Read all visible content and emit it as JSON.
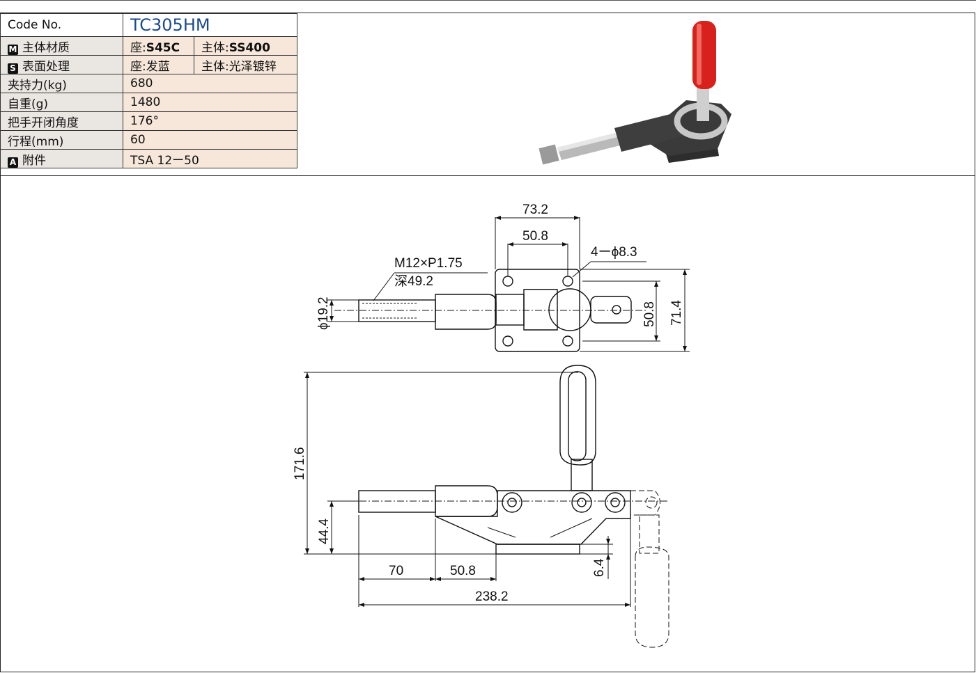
{
  "spec": {
    "code_label": "Code No.",
    "code_value": "TC305HM",
    "rows": [
      {
        "tag": "M",
        "label": "主体材质",
        "v1_prefix": "座:",
        "v1_bold": "S45C",
        "v2_prefix": "主体:",
        "v2_bold": "SS400"
      },
      {
        "tag": "S",
        "label": "表面处理",
        "v1": "座:发蓝",
        "v2": "主体:光泽镀锌"
      },
      {
        "label": "夹持力(kg)",
        "value": "680"
      },
      {
        "label": "自重(g)",
        "value": "1480"
      },
      {
        "label": "把手开闭角度",
        "value": "176°"
      },
      {
        "label": "行程(mm)",
        "value": "60"
      },
      {
        "tag": "A",
        "label": "附件",
        "value": "TSA 12ー50"
      }
    ]
  },
  "colors": {
    "code_blue": "#1a4b8c",
    "label_bg": "#eae7e2",
    "value_bg": "#f6e7da",
    "handle_red": "#d8201c",
    "body_dark": "#3a3a3a"
  },
  "drawing": {
    "top_view": {
      "dim_width_outer": "73.2",
      "dim_width_inner": "50.8",
      "holes": "4ーϕ8.3",
      "thread": "M12×P1.75",
      "thread_depth": "深49.2",
      "rod_dia": "ϕ19.2",
      "dim_height_inner": "50.8",
      "dim_height_outer": "71.4"
    },
    "side_view": {
      "height": "171.6",
      "rod_height": "44.4",
      "base_thickness": "6.4",
      "len_rod": "70",
      "len_base": "50.8",
      "len_total": "238.2"
    }
  }
}
